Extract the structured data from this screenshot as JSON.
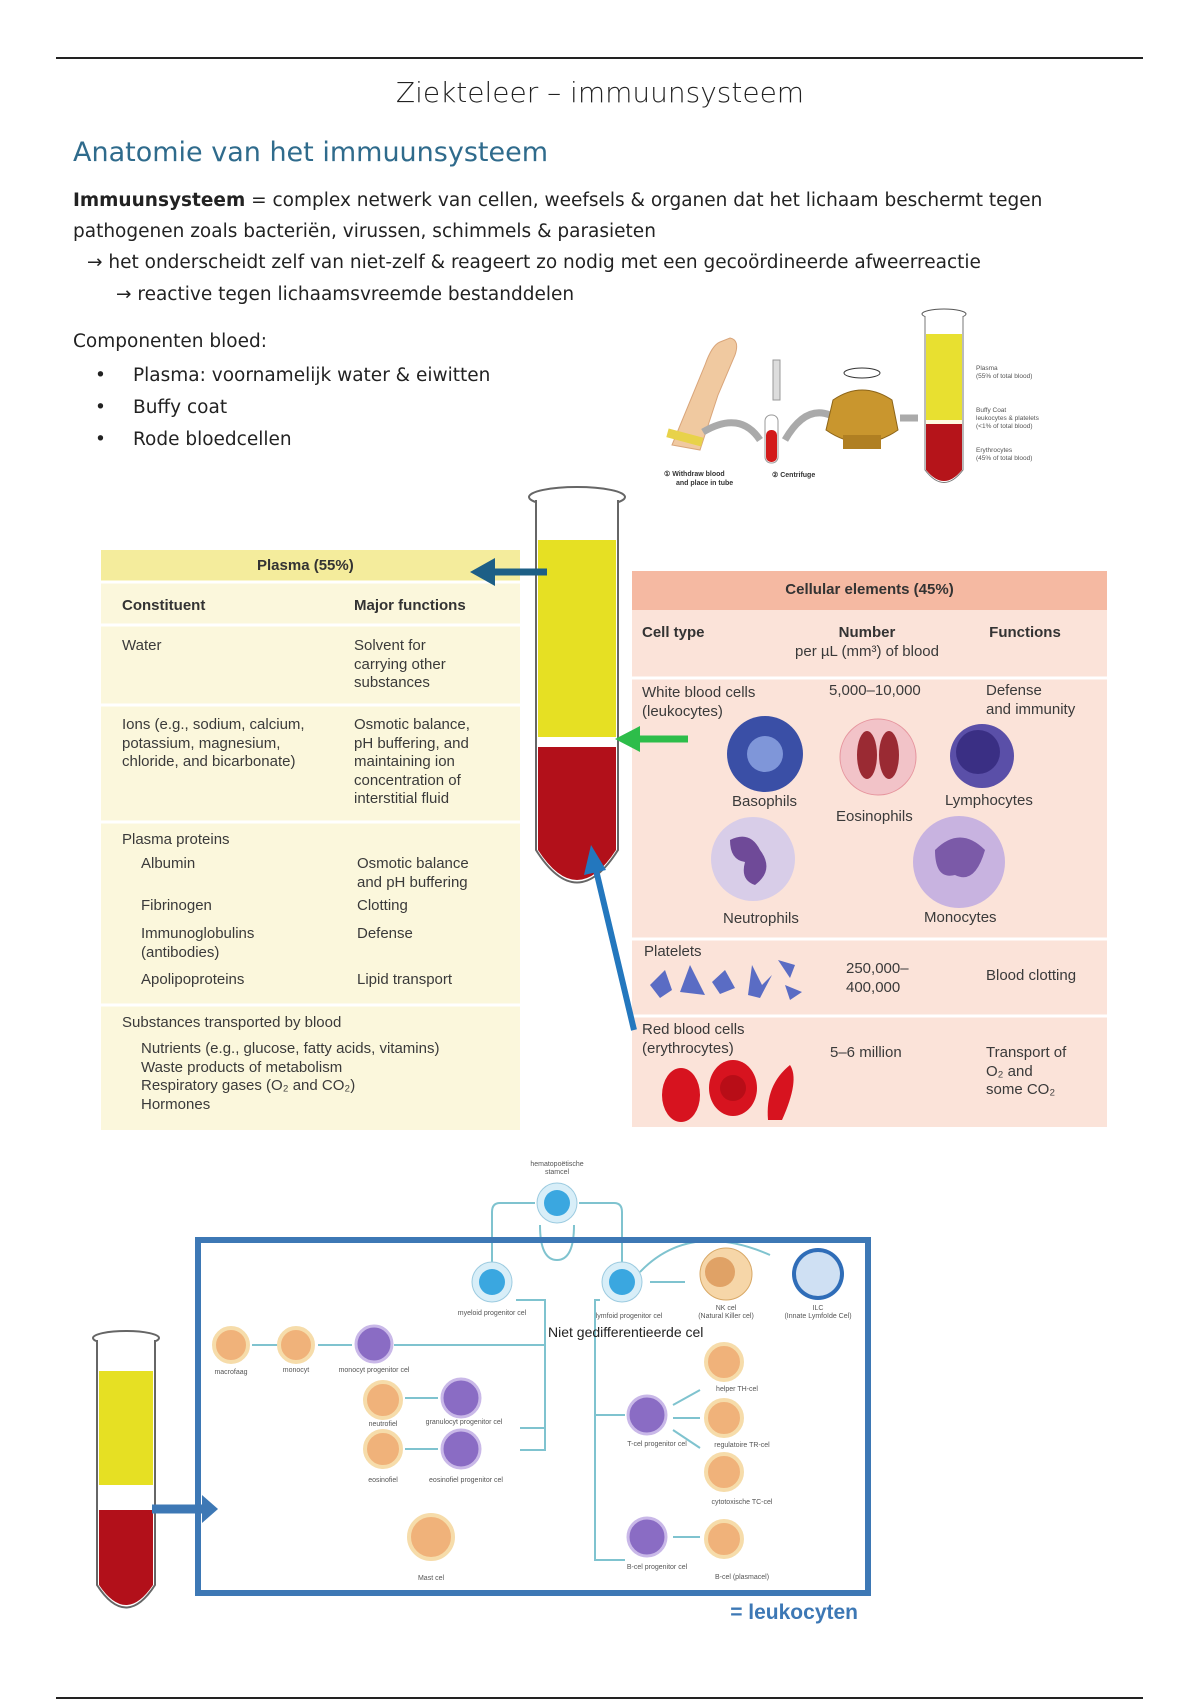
{
  "title": "Ziekteleer – immuunsysteem",
  "section_heading": "Anatomie van het immuunsysteem",
  "intro": {
    "term": "Immuunsysteem",
    "definition_line1": " = complex netwerk van cellen, weefsels & organen dat het lichaam beschermt tegen",
    "definition_line2": "pathogenen zoals bacteriën, virussen, schimmels & parasieten",
    "arrow1": "→ het onderscheidt zelf van niet-zelf & reageert zo nodig met een gecoördineerde afweerreactie",
    "arrow2": "→ reactive tegen lichaamsvreemde bestanddelen"
  },
  "components": {
    "heading": "Componenten bloed:",
    "items": [
      "Plasma: voornamelijk water & eiwitten",
      "Buffy coat",
      "Rode bloedcellen"
    ]
  },
  "centrifuge_figure": {
    "step1_line1": "① Withdraw blood",
    "step1_line2": "and place in tube",
    "step2": "② Centrifuge",
    "plasma_label": "Plasma",
    "plasma_pct": "(55% of total blood)",
    "buffy_label": "Buffy Coat",
    "buffy_desc": "leukocytes & platelets",
    "buffy_pct": "(<1% of total blood)",
    "ery_label": "Erythrocytes",
    "ery_pct": "(45% of total blood)",
    "colors": {
      "plasma": "#e8e030",
      "blood": "#b5141a"
    }
  },
  "plasma_table": {
    "header": "Plasma (55%)",
    "col1": "Constituent",
    "col2": "Major functions",
    "water": "Water",
    "water_fn": [
      "Solvent for",
      "carrying other",
      "substances"
    ],
    "ions": [
      "Ions (e.g., sodium, calcium,",
      "potassium, magnesium,",
      "chloride, and bicarbonate)"
    ],
    "ions_fn": [
      "Osmotic balance,",
      "pH buffering, and",
      "maintaining ion",
      "concentration of",
      "interstitial fluid"
    ],
    "proteins": "Plasma proteins",
    "albumin": "Albumin",
    "albumin_fn": [
      "Osmotic balance",
      "and pH buffering"
    ],
    "fibrinogen": "Fibrinogen",
    "fibrinogen_fn": "Clotting",
    "immuno": [
      "Immunoglobulins",
      "(antibodies)"
    ],
    "immuno_fn": "Defense",
    "apo": "Apolipoproteins",
    "apo_fn": "Lipid transport",
    "transported": "Substances transported by blood",
    "transported_items": [
      "Nutrients (e.g., glucose, fatty acids, vitamins)",
      "Waste products of metabolism",
      "Respiratory gases (O₂ and CO₂)",
      "Hormones"
    ]
  },
  "cell_table": {
    "header": "Cellular elements (45%)",
    "col1": "Cell type",
    "col2_line1": "Number",
    "col2_line2": "per µL (mm³) of blood",
    "col3": "Functions",
    "wbc": [
      "White blood cells",
      "(leukocytes)"
    ],
    "wbc_number": "5,000–10,000",
    "wbc_fn": [
      "Defense",
      "and immunity"
    ],
    "wbc_types": [
      "Basophils",
      "Eosinophils",
      "Lymphocytes",
      "Neutrophils",
      "Monocytes"
    ],
    "platelets": "Platelets",
    "platelets_number": [
      "250,000–",
      "400,000"
    ],
    "platelets_fn": "Blood clotting",
    "rbc": [
      "Red blood cells",
      "(erythrocytes)"
    ],
    "rbc_number": "5–6 million",
    "rbc_fn": [
      "Transport of",
      "O₂ and",
      "some CO₂"
    ]
  },
  "hematopoiesis": {
    "stem": [
      "hematopoëtische",
      "stamcel"
    ],
    "myeloid": "myeloid progenitor cel",
    "lymphoid": "lymfoid progenitor cel",
    "nk": [
      "NK cel",
      "(Natural Killer cel)"
    ],
    "ilc": [
      "ILC",
      "(Innate Lymfoïde Cel)"
    ],
    "undiff": "Niet gedifferentieerde cel",
    "macrofaag": "macrofaag",
    "monocyt": "monocyt",
    "monocyt_prog": "monocyt progenitor cel",
    "neutrofiel": "neutrofiel",
    "granulocyt_prog": "granulocyt progenitor cel",
    "eosinofiel": "eosinofiel",
    "eosinofiel_prog": "eosinofiel progenitor cel",
    "mast": "Mast cel",
    "t_prog": "T-cel progenitor cel",
    "helper": "helper TH-cel",
    "regulatoire": "regulatoire TR-cel",
    "cytotox": "cytotoxische TC-cel",
    "b_prog": "B-cel progenitor cel",
    "b_cel": "B-cel (plasmacel)",
    "leukocyten": "= leukocyten",
    "box_color": "#3d78b5"
  }
}
